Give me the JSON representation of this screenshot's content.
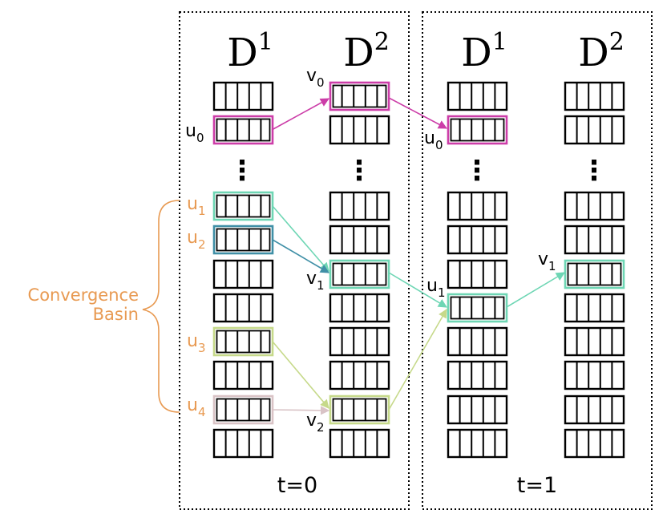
{
  "panels": [
    {
      "label": "t=0",
      "columns": [
        {
          "base": "D",
          "sup": "1"
        },
        {
          "base": "D",
          "sup": "2"
        }
      ]
    },
    {
      "label": "t=1",
      "columns": [
        {
          "base": "D",
          "sup": "1"
        },
        {
          "base": "D",
          "sup": "2"
        }
      ]
    }
  ],
  "node_labels": [
    {
      "id": "u0_t0",
      "base": "u",
      "sub": "0"
    },
    {
      "id": "v0_t0",
      "base": "v",
      "sub": "0"
    },
    {
      "id": "u1_t0",
      "base": "u",
      "sub": "1"
    },
    {
      "id": "u2_t0",
      "base": "u",
      "sub": "2"
    },
    {
      "id": "u3_t0",
      "base": "u",
      "sub": "3"
    },
    {
      "id": "u4_t0",
      "base": "u",
      "sub": "4"
    },
    {
      "id": "v1_t0",
      "base": "v",
      "sub": "1"
    },
    {
      "id": "v2_t0",
      "base": "v",
      "sub": "2"
    },
    {
      "id": "u0_t1",
      "base": "u",
      "sub": "0"
    },
    {
      "id": "u1_t1",
      "base": "u",
      "sub": "1"
    },
    {
      "id": "v1_t1",
      "base": "v",
      "sub": "1"
    }
  ],
  "annotation": {
    "line1": "Convergence",
    "line2": "Basin"
  },
  "ellipsis": "⋮",
  "colors": {
    "magenta": "#cc3da8",
    "mint": "#6ed6b4",
    "teal": "#3f8fa6",
    "olive": "#c6d98a",
    "pink": "#d9c3c6",
    "orange": "#e89a52",
    "black": "#000000"
  }
}
